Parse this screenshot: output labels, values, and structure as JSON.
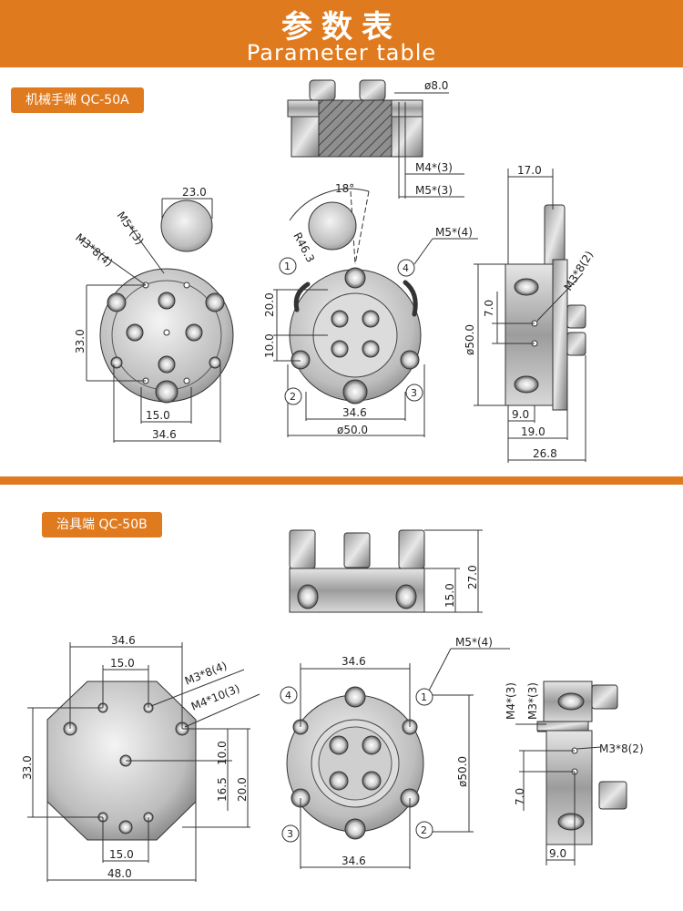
{
  "header": {
    "title_cn": "参数表",
    "title_en": "Parameter table"
  },
  "section_a": {
    "tag": "机械手端 QC-50A",
    "top_view": {
      "diameter": "ø8.0",
      "m4": "M4*(3)",
      "m5": "M5*(3)"
    },
    "left_view": {
      "w23": "23.0",
      "m5": "M5*(3)",
      "m3": "M3*8(4)",
      "h33": "33.0",
      "w15": "15.0",
      "w346": "34.6"
    },
    "center_view": {
      "angle": "18°",
      "radius": "R46.3",
      "m5": "M5*(4)",
      "h20": "20.0",
      "h10": "10.0",
      "w346": "34.6",
      "d50": "ø50.0",
      "n1": "1",
      "n2": "2",
      "n3": "3",
      "n4": "4"
    },
    "right_view": {
      "w17": "17.0",
      "m3": "M3*8(2)",
      "h7": "7.0",
      "d50": "ø50.0",
      "w9": "9.0",
      "w19": "19.0",
      "w268": "26.8"
    }
  },
  "section_b": {
    "tag": "治具端 QC-50B",
    "front_view": {
      "h27": "27.0",
      "h15": "15.0"
    },
    "left_view": {
      "w346": "34.6",
      "w15": "15.0",
      "m3": "M3*8(4)",
      "m4": "M4*10(3)",
      "h33": "33.0",
      "h10": "10.0",
      "h165": "16.5",
      "h20": "20.0",
      "w15b": "15.0",
      "w48": "48.0"
    },
    "center_view": {
      "m5": "M5*(4)",
      "w346": "34.6",
      "d50": "ø50.0",
      "w346b": "34.6",
      "n1": "1",
      "n2": "2",
      "n3": "3",
      "n4": "4"
    },
    "right_view": {
      "m4": "M4*(3)",
      "m3v": "M3*(3)",
      "m3": "M3*8(2)",
      "h7": "7.0",
      "w9": "9.0"
    }
  }
}
